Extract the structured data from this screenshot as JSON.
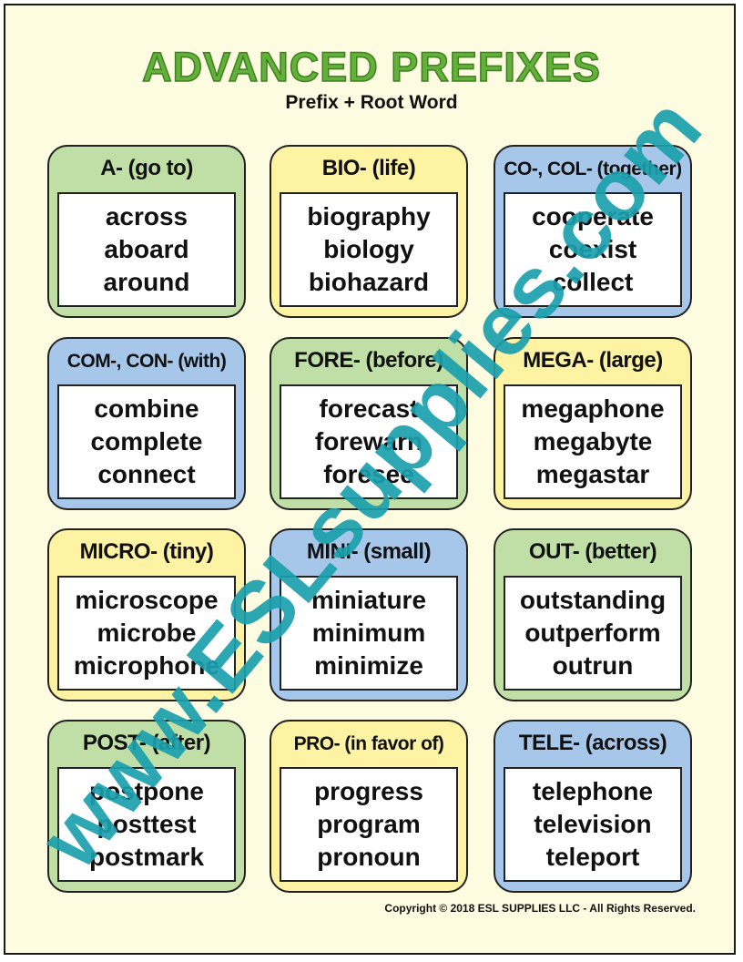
{
  "title": "ADVANCED PREFIXES",
  "subtitle": "Prefix + Root Word",
  "cards": [
    {
      "head": "A- (go to)",
      "color": "#bfdfa6",
      "words": [
        "across",
        "aboard",
        "around"
      ]
    },
    {
      "head": "BIO- (life)",
      "color": "#fdf3a2",
      "words": [
        "biography",
        "biology",
        "biohazard"
      ]
    },
    {
      "head": "CO-, COL- (together)",
      "color": "#a6c7e9",
      "words": [
        "cooperate",
        "coexist",
        "collect"
      ]
    },
    {
      "head": "COM-, CON- (with)",
      "color": "#a6c7e9",
      "words": [
        "combine",
        "complete",
        "connect"
      ]
    },
    {
      "head": "FORE- (before)",
      "color": "#bfdfa6",
      "words": [
        "forecast",
        "forewarn",
        "foresee"
      ]
    },
    {
      "head": "MEGA- (large)",
      "color": "#fdf3a2",
      "words": [
        "megaphone",
        "megabyte",
        "megastar"
      ]
    },
    {
      "head": "MICRO- (tiny)",
      "color": "#fdf3a2",
      "words": [
        "microscope",
        "microbe",
        "microphone"
      ]
    },
    {
      "head": "MINI- (small)",
      "color": "#a6c7e9",
      "words": [
        "miniature",
        "minimum",
        "minimize"
      ]
    },
    {
      "head": "OUT- (better)",
      "color": "#bfdfa6",
      "words": [
        "outstanding",
        "outperform",
        "outrun"
      ]
    },
    {
      "head": "POST- (after)",
      "color": "#bfdfa6",
      "words": [
        "postpone",
        "posttest",
        "postmark"
      ]
    },
    {
      "head": "PRO- (in favor of)",
      "color": "#fdf3a2",
      "words": [
        "progress",
        "program",
        "pronoun"
      ]
    },
    {
      "head": "TELE- (across)",
      "color": "#a6c7e9",
      "words": [
        "telephone",
        "television",
        "teleport"
      ]
    }
  ],
  "watermark": "www.ESLsupplies.com",
  "copyright": "Copyright © 2018 ESL SUPPLIES LLC - All Rights Reserved."
}
